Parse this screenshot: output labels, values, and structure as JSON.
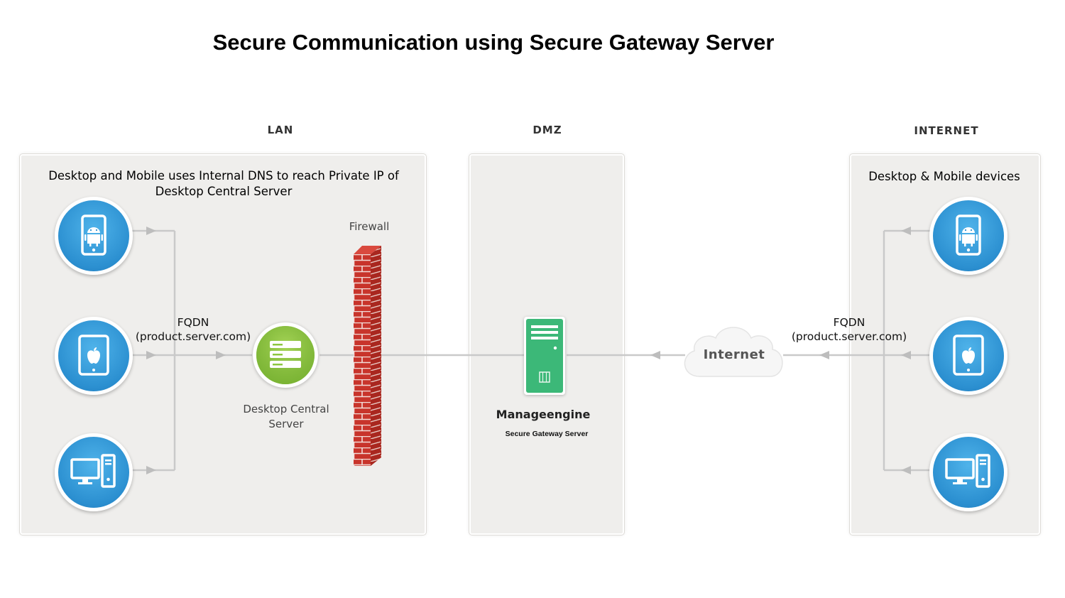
{
  "title": "Secure Communication using Secure Gateway Server",
  "zones": {
    "lan": "LAN",
    "dmz": "DMZ",
    "internet": "INTERNET"
  },
  "lan_panel": {
    "caption": "Desktop and Mobile uses Internal DNS to reach Private IP of Desktop Central Server",
    "fqdn_line1": "FQDN",
    "fqdn_line2": "(product.server.com)",
    "firewall_label": "Firewall",
    "server_line1": "Desktop Central",
    "server_line2": "Server"
  },
  "dmz_panel": {
    "server_name": "Manageengine",
    "server_subtitle": "Secure Gateway Server"
  },
  "internet_cloud": "Internet",
  "internet_panel": {
    "caption": "Desktop & Mobile devices",
    "fqdn_line1": "FQDN",
    "fqdn_line2": "(product.server.com)"
  },
  "icons": {
    "android": "android-phone-icon",
    "apple": "apple-tablet-icon",
    "desktop": "desktop-computer-icon",
    "server": "server-icon",
    "firewall": "brick-wall-icon",
    "cloud": "cloud-icon"
  },
  "colors": {
    "device_blue": "#2b8fd0",
    "server_green": "#8cc63f",
    "gateway_green": "#3cb878",
    "firewall_red": "#c8342b",
    "panel_bg": "#efeeec",
    "line_gray": "#c8c8c8"
  }
}
